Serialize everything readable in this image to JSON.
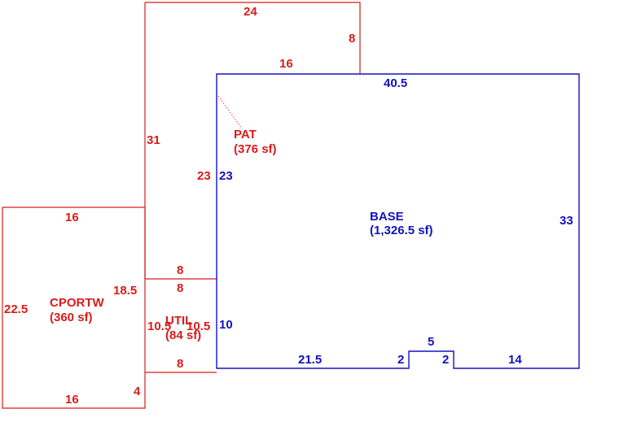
{
  "colors": {
    "red": "#d81b1b",
    "blue": "#1212c0"
  },
  "areas": {
    "pat": {
      "name": "PAT",
      "area": "(376 sf)"
    },
    "base": {
      "name": "BASE",
      "area": "(1,326.5 sf)"
    },
    "cportw": {
      "name": "CPORTW",
      "area": "(360 sf)"
    },
    "util": {
      "name": "UTIL",
      "area": "(84 sf)"
    }
  },
  "dimensions": {
    "pat_top": "24",
    "pat_right": "8",
    "pat_step": "16",
    "pat_left": "31",
    "pat_inner": "23",
    "base_top": "40.5",
    "base_left_upper": "23",
    "base_right": "33",
    "base_left_lower": "10",
    "base_bottom_left": "21.5",
    "base_notch_left": "2",
    "base_notch_top": "5",
    "base_notch_right": "2",
    "base_bottom_right": "14",
    "cport_top": "16",
    "cport_left": "22.5",
    "cport_right": "18.5",
    "cport_bottom": "16",
    "cport_step": "4",
    "util_top_outer": "8",
    "util_top_inner": "8",
    "util_left": "10.5",
    "util_right": "10.5",
    "util_bottom": "8"
  }
}
